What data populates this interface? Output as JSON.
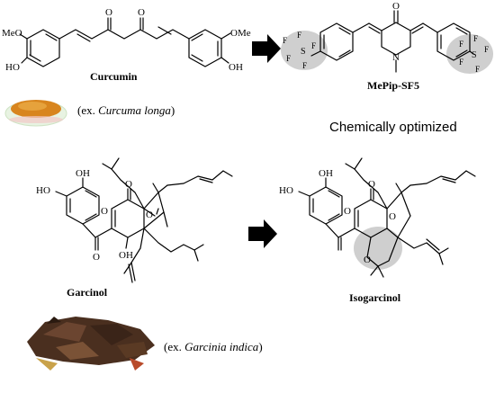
{
  "colors": {
    "highlight": "#cfcfcf",
    "arrow": "#000000",
    "bond": "#000000",
    "turmeric": "#d8851e",
    "kokum": "#5a3a24"
  },
  "top": {
    "source_compound": {
      "name": "Curcumin",
      "atoms": {
        "meo": "MeO",
        "oh": "HO",
        "ome": "OMe",
        "oh_right": "OH",
        "o1": "O",
        "o2": "O"
      }
    },
    "source_note": {
      "prefix": "(ex. ",
      "species": "Curcuma longa",
      "suffix": ")"
    },
    "target_compound": {
      "name": "MePip-SF5",
      "atoms": {
        "o": "O",
        "n": "N",
        "sf5_left": [
          "F",
          "F",
          "S",
          "F",
          "F",
          "F"
        ],
        "sf5_right": [
          "F",
          "F",
          "S",
          "F",
          "F",
          "F"
        ]
      }
    },
    "caption": "Chemically optimized"
  },
  "bottom": {
    "source_compound": {
      "name": "Garcinol",
      "atoms": {
        "oh1": "OH",
        "ho": "HO",
        "o_top": "O",
        "o_ring": "O",
        "o_keto": "O",
        "oh_enol": "OH",
        "o_carbonyl": "O"
      }
    },
    "source_note": {
      "prefix": "(ex. ",
      "species": "Garcinia indica",
      "suffix": ")"
    },
    "target_compound": {
      "name": "Isogarcinol",
      "atoms": {
        "oh1": "OH",
        "ho": "HO",
        "o_top": "O",
        "o_ring": "O",
        "o_keto": "O",
        "o_pyran": "O"
      }
    }
  }
}
